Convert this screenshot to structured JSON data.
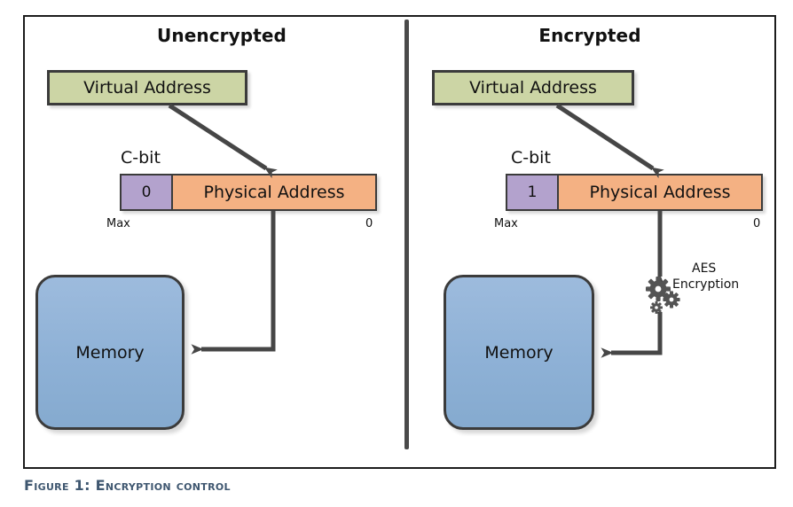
{
  "figure": {
    "caption": "Figure 1: Encryption control",
    "panels": [
      {
        "id": "unencrypted",
        "title": "Unencrypted",
        "virtual_address_label": "Virtual Address",
        "cbit_title": "C-bit",
        "cbit_value": "0",
        "physical_address_label": "Physical Address",
        "max_label": "Max",
        "zero_label": "0",
        "memory_label": "Memory",
        "aes_line1": "",
        "aes_line2": "",
        "has_encryption": false
      },
      {
        "id": "encrypted",
        "title": "Encrypted",
        "virtual_address_label": "Virtual Address",
        "cbit_title": "C-bit",
        "cbit_value": "1",
        "physical_address_label": "Physical Address",
        "max_label": "Max",
        "zero_label": "0",
        "memory_label": "Memory",
        "aes_line1": "AES",
        "aes_line2": "Encryption",
        "has_encryption": true
      }
    ]
  },
  "colors": {
    "virtual_address_fill": "#ccd5a5",
    "cbit_fill": "#b3a2cd",
    "physical_address_fill": "#f4b183",
    "memory_fill": "#92b4d8",
    "stroke": "#3b3b3b",
    "arrow": "#464646",
    "caption_text": "#3f5770",
    "frame_border": "#1d1d1d"
  }
}
